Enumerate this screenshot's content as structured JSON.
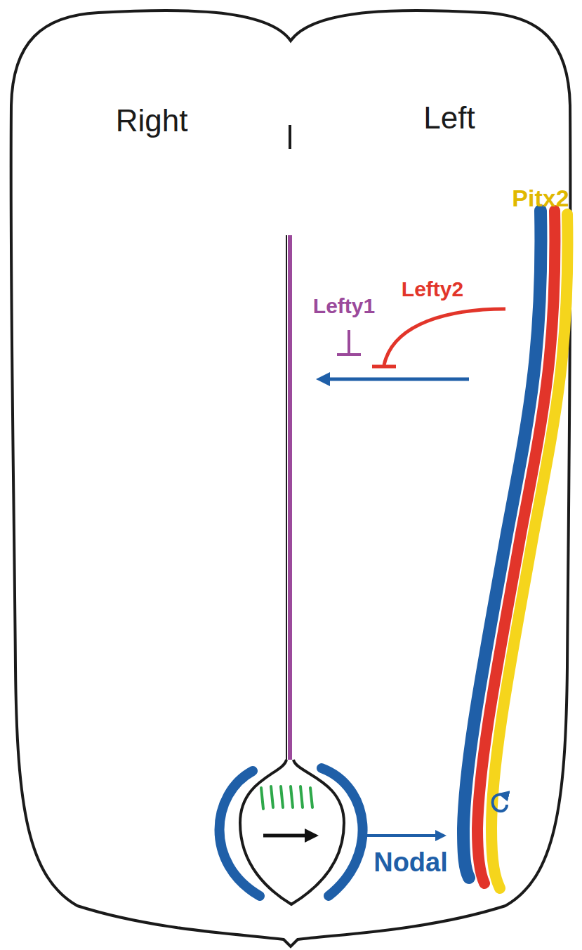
{
  "diagram": {
    "labels": [
      "Right",
      "Left",
      "Pitx2",
      "Lefty1",
      "Lefty2",
      "Nodal"
    ]
  }
}
